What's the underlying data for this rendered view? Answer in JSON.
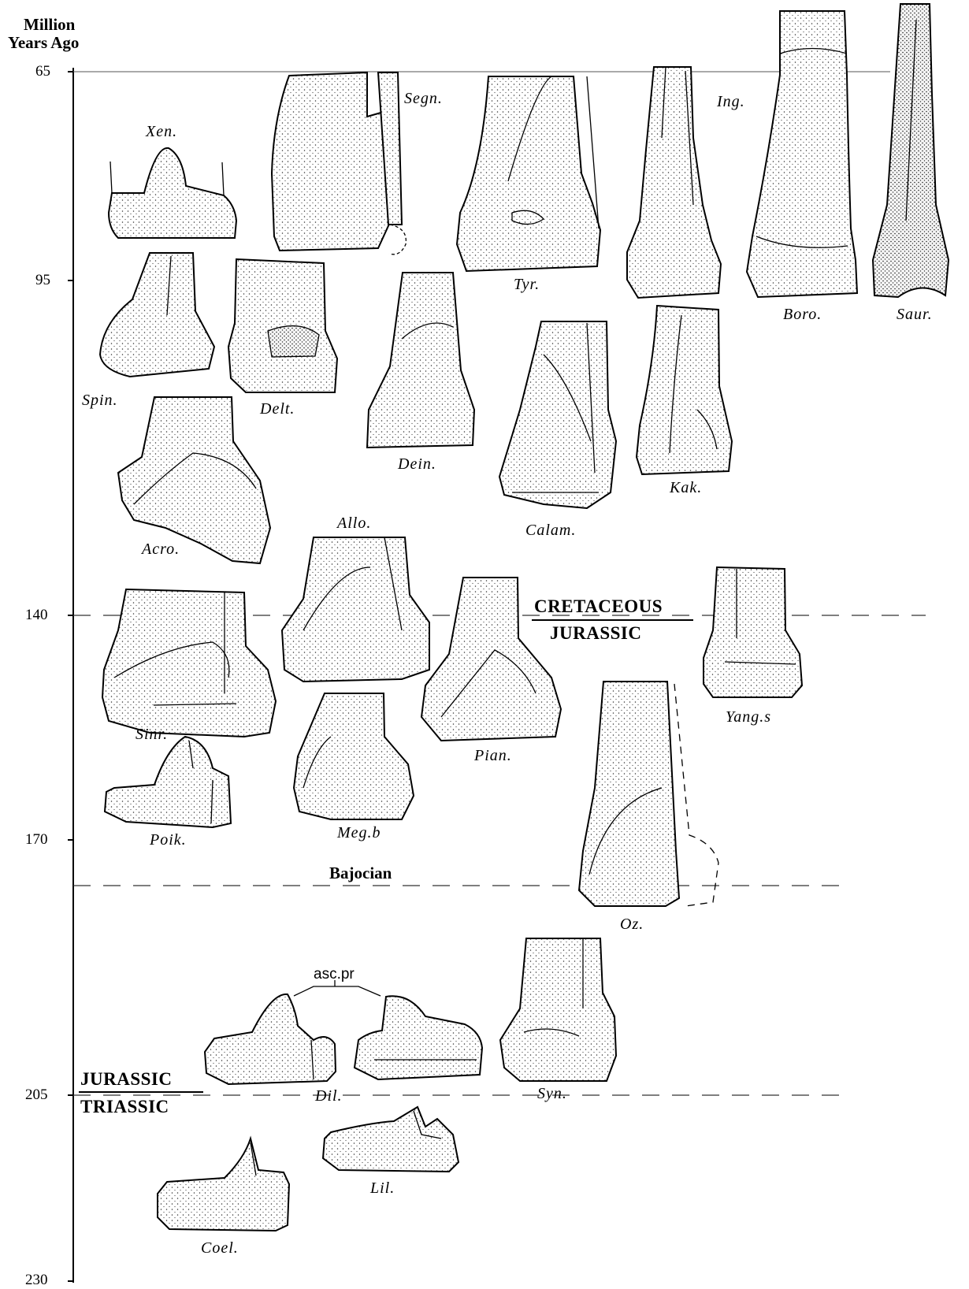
{
  "axis": {
    "title_line1": "Million",
    "title_line2": "Years Ago",
    "ticks": [
      "65",
      "95",
      "140",
      "170",
      "205",
      "230"
    ]
  },
  "boundaries": {
    "cretaceous": "CRETACEOUS",
    "jurassic_upper": "JURASSIC",
    "jurassic_lower": "JURASSIC",
    "triassic": "TRIASSIC"
  },
  "stage": "Bajocian",
  "annotation": "asc.pr",
  "specimens": {
    "xen": "Xen.",
    "segn": "Segn.",
    "tyr": "Tyr.",
    "ing": "Ing.",
    "boro": "Boro.",
    "saur": "Saur.",
    "spin": "Spin.",
    "delt": "Delt.",
    "dein": "Dein.",
    "calam": "Calam.",
    "kak": "Kak.",
    "acro": "Acro.",
    "allo": "Allo.",
    "sinr": "Sinr.",
    "pian": "Pian.",
    "yangs": "Yang.s",
    "poik": "Poik.",
    "megb": "Meg.b",
    "oz": "Oz.",
    "dil": "Dil.",
    "syn": "Syn.",
    "lil": "Lil.",
    "coel": "Coel."
  }
}
